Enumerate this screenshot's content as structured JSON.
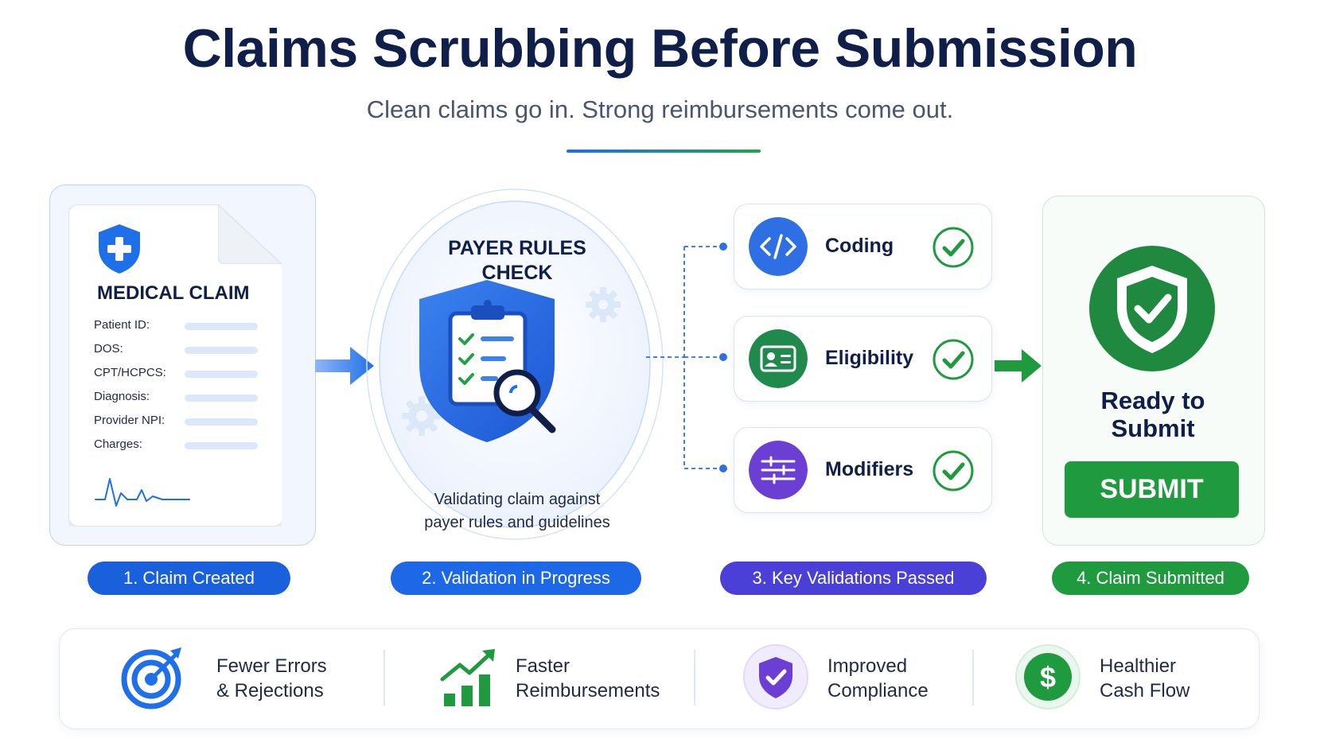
{
  "header": {
    "title": "Claims Scrubbing Before Submission",
    "subtitle": "Clean claims go in. Strong reimbursements come out."
  },
  "claim": {
    "doc_title": "MEDICAL CLAIM",
    "fields": [
      "Patient ID:",
      "DOS:",
      "CPT/HCPCS:",
      "Diagnosis:",
      "Provider NPI:",
      "Charges:"
    ]
  },
  "rules_check": {
    "title_line1": "PAYER RULES",
    "title_line2": "CHECK",
    "caption_line1": "Validating claim against",
    "caption_line2": "payer rules and guidelines"
  },
  "validations": [
    {
      "label": "Coding",
      "icon": "code-icon",
      "color": "#2f6fe4"
    },
    {
      "label": "Eligibility",
      "icon": "id-card-icon",
      "color": "#1f8a4c"
    },
    {
      "label": "Modifiers",
      "icon": "sliders-icon",
      "color": "#6b3fd4"
    }
  ],
  "submit": {
    "ready_line1": "Ready to",
    "ready_line2": "Submit",
    "button_label": "SUBMIT"
  },
  "steps": [
    "1. Claim Created",
    "2. Validation in Progress",
    "3. Key Validations Passed",
    "4. Claim Submitted"
  ],
  "benefits": [
    {
      "line1": "Fewer Errors",
      "line2": "& Rejections",
      "icon": "target-icon"
    },
    {
      "line1": "Faster",
      "line2": "Reimbursements",
      "icon": "growth-chart-icon"
    },
    {
      "line1": "Improved",
      "line2": "Compliance",
      "icon": "shield-check-icon"
    },
    {
      "line1": "Healthier",
      "line2": "Cash Flow",
      "icon": "dollar-coin-icon"
    }
  ],
  "colors": {
    "primary_blue": "#1d68e6",
    "purple": "#4a3fd6",
    "green": "#1f9a3f",
    "navy_text": "#0f1f4a"
  }
}
